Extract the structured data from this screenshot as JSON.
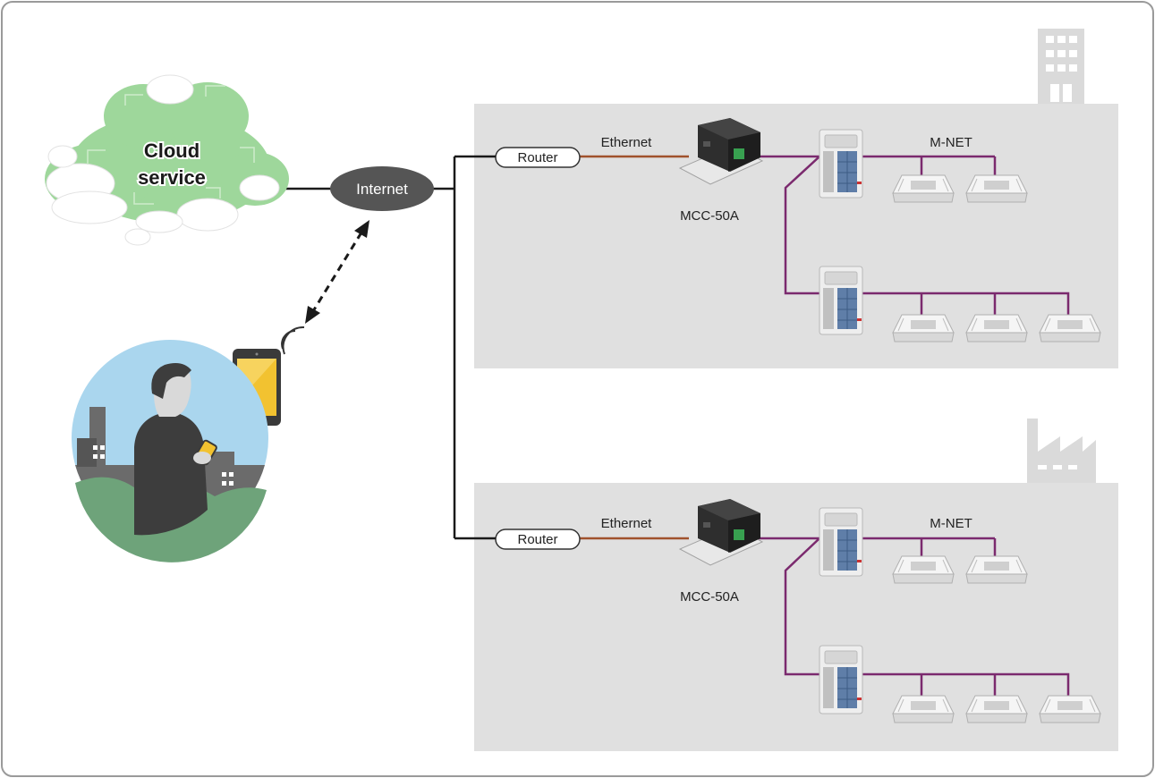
{
  "cloud": {
    "line1": "Cloud",
    "line2": "service"
  },
  "internet": {
    "label": "Internet"
  },
  "sites": [
    {
      "router": "Router",
      "link": "Ethernet",
      "controller": "MCC-50A",
      "bus": "M-NET",
      "building_icon": "office-building-icon"
    },
    {
      "router": "Router",
      "link": "Ethernet",
      "controller": "MCC-50A",
      "bus": "M-NET",
      "building_icon": "factory-icon"
    }
  ],
  "colors": {
    "site_bg": "#e0e0e0",
    "mnet_line": "#7b2a6e",
    "ethernet_line": "#a0522d",
    "internet_node": "#555555",
    "cloud_fill": "#9ed79b",
    "tablet_screen": "#f2c230"
  }
}
